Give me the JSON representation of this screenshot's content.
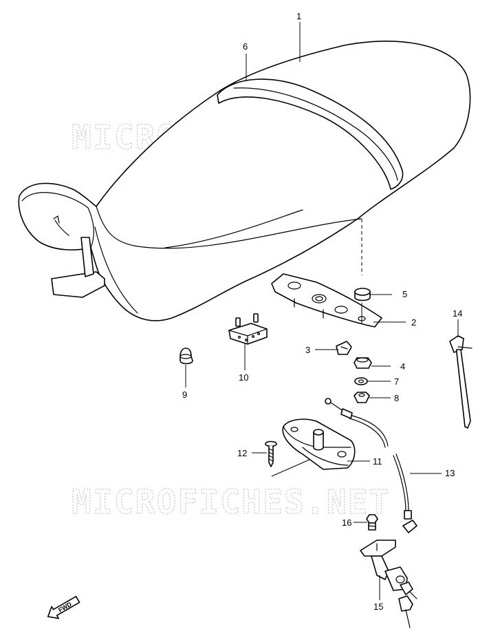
{
  "watermark": {
    "text": "MICROFICHES.NET"
  },
  "fwd_marker": {
    "label": "FWD"
  },
  "callouts": [
    {
      "id": "1",
      "label": "1"
    },
    {
      "id": "2",
      "label": "2"
    },
    {
      "id": "3",
      "label": "3"
    },
    {
      "id": "4",
      "label": "4"
    },
    {
      "id": "5",
      "label": "5"
    },
    {
      "id": "6",
      "label": "6"
    },
    {
      "id": "7",
      "label": "7"
    },
    {
      "id": "8",
      "label": "8"
    },
    {
      "id": "9",
      "label": "9"
    },
    {
      "id": "10",
      "label": "10"
    },
    {
      "id": "11",
      "label": "11"
    },
    {
      "id": "12",
      "label": "12"
    },
    {
      "id": "13",
      "label": "13"
    },
    {
      "id": "14",
      "label": "14"
    },
    {
      "id": "15",
      "label": "15"
    },
    {
      "id": "16",
      "label": "16"
    }
  ]
}
